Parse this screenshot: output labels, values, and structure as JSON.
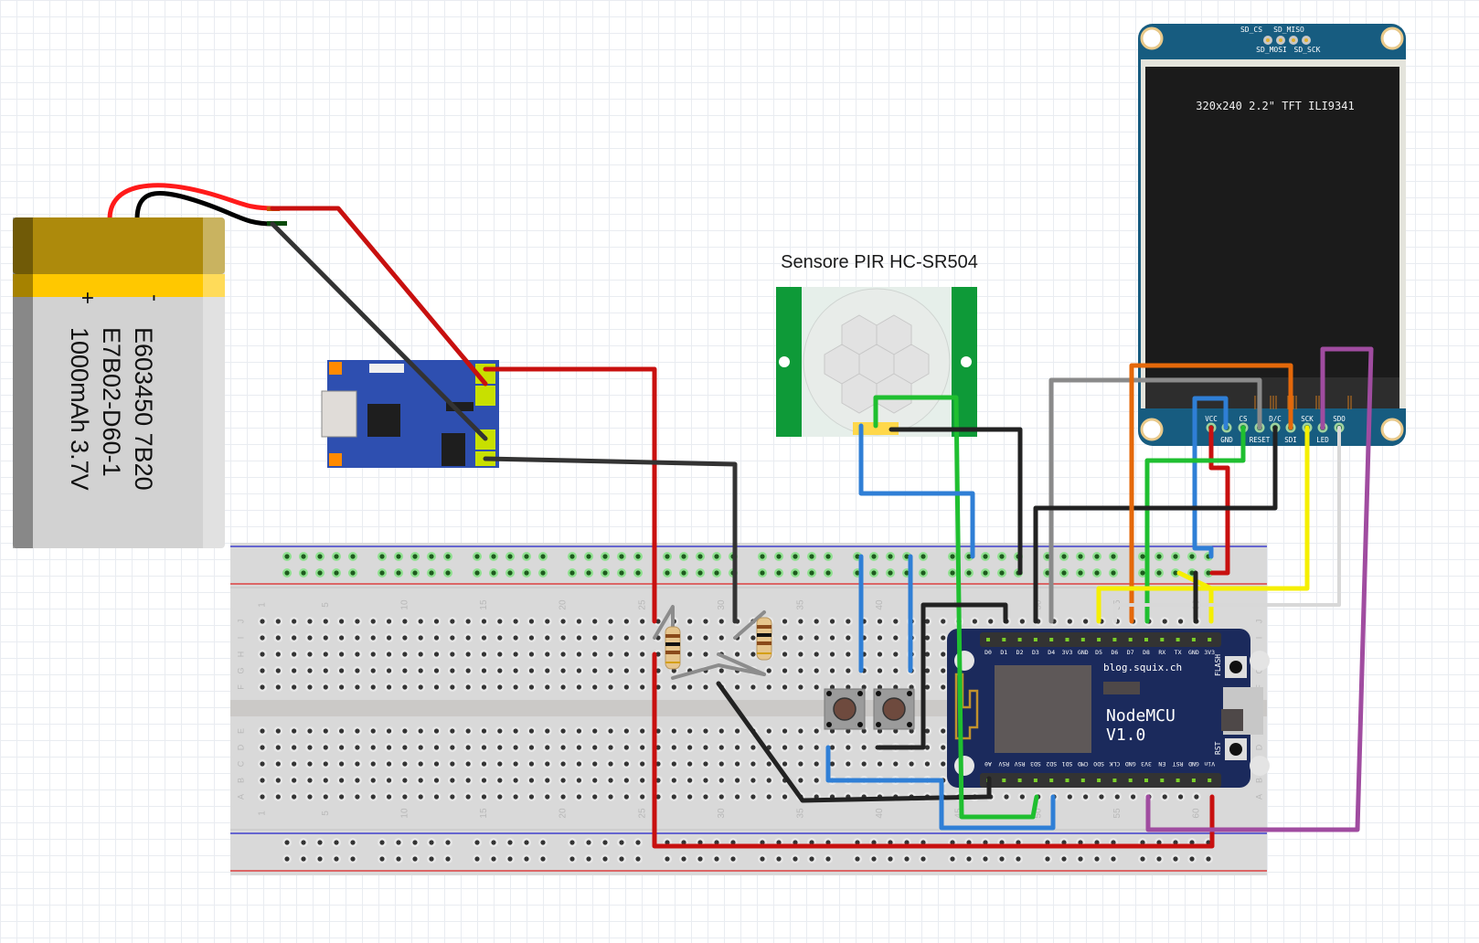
{
  "battery": {
    "label_line1": "E603450 7B20",
    "label_line2": "E7B02-D60-1",
    "label_line3": "1000mAh 3.7V",
    "plus": "+",
    "minus": "-"
  },
  "pir": {
    "title": "Sensore PIR HC-SR504"
  },
  "tft": {
    "screen_text": "320x240 2.2\" TFT ILI9341",
    "sd_pins_top": [
      "SD_CS",
      "SD_MISO"
    ],
    "sd_pins_bottom": [
      "SD_MOSI",
      "SD_SCK"
    ],
    "pins_top": [
      "VCC",
      "CS",
      "D/C",
      "SCK",
      "SDO"
    ],
    "pins_bottom": [
      "GND",
      "RESET",
      "SDI",
      "LED"
    ]
  },
  "nodemcu": {
    "name_line1": "NodeMCU",
    "name_line2": "V1.0",
    "site": "blog.squix.ch",
    "flash": "FLASH",
    "rst": "RST",
    "top_pins": [
      "D0",
      "D1",
      "D2",
      "D3",
      "D4",
      "3V3",
      "GND",
      "D5",
      "D6",
      "D7",
      "D8",
      "RX",
      "TX",
      "GND",
      "3V3"
    ],
    "bottom_pins": [
      "A0",
      "RSV",
      "RSV",
      "SD3",
      "SD2",
      "SD1",
      "CMD",
      "SDO",
      "CLK",
      "GND",
      "3V3",
      "EN",
      "RST",
      "GND",
      "Vin"
    ]
  },
  "breadboard": {
    "row_labels_top": [
      "J",
      "I",
      "H",
      "G",
      "F"
    ],
    "row_labels_bottom": [
      "E",
      "D",
      "C",
      "B",
      "A"
    ],
    "column_numbers": [
      "1",
      "5",
      "10",
      "15",
      "20",
      "25",
      "30",
      "35",
      "40",
      "45",
      "50",
      "55",
      "60"
    ],
    "columns": 60
  },
  "colors": {
    "wire_red": "#c8100f",
    "wire_black": "#2a2a2a",
    "wire_blue": "#2f7fd6",
    "wire_green": "#1fbf30",
    "wire_yellow": "#f5ef00",
    "wire_orange": "#e4680a",
    "wire_gray": "#8a8a8a",
    "wire_white": "#d8d8d8",
    "wire_purple": "#a04ca0",
    "tft_board": "#175c80",
    "nodemcu_board": "#1b2a5c",
    "charger_board": "#2e4fb0",
    "pir_green": "#0e9a38"
  }
}
